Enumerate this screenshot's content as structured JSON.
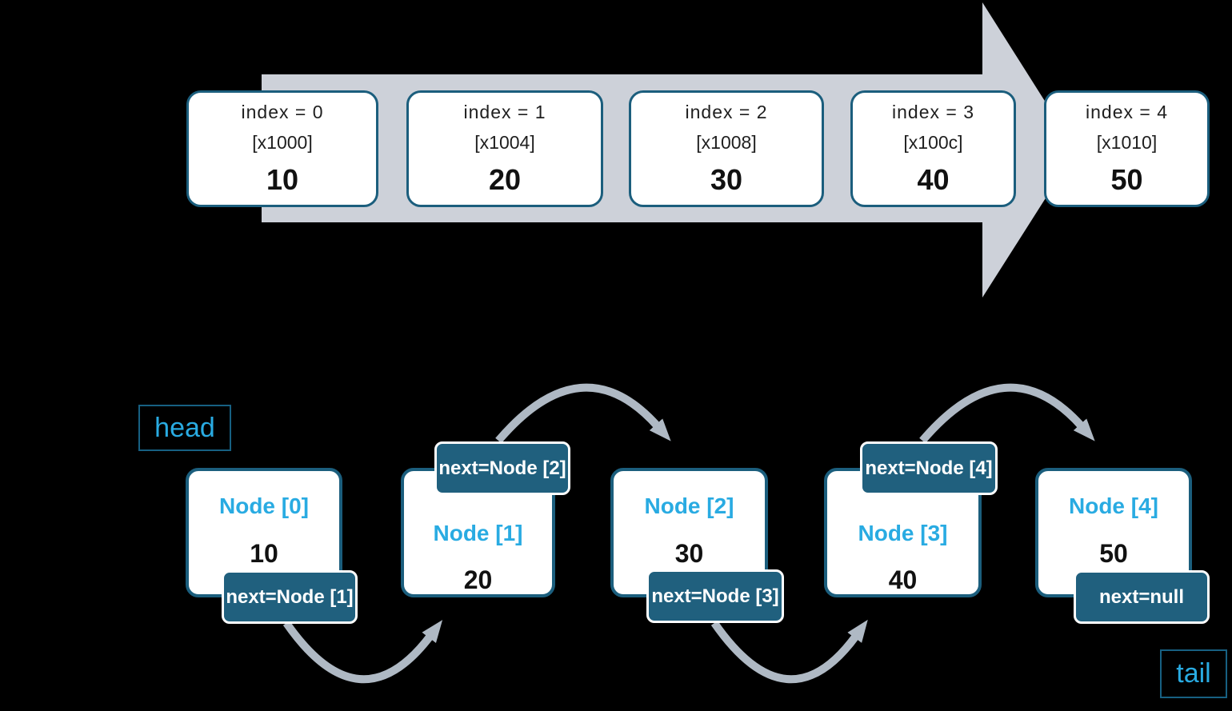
{
  "array_section": {
    "cells": [
      {
        "index": "index = 0",
        "address": "[x1000]",
        "value": "10"
      },
      {
        "index": "index = 1",
        "address": "[x1004]",
        "value": "20"
      },
      {
        "index": "index = 2",
        "address": "[x1008]",
        "value": "30"
      },
      {
        "index": "index = 3",
        "address": "[x100c]",
        "value": "40"
      },
      {
        "index": "index = 4",
        "address": "[x1010]",
        "value": "50"
      }
    ]
  },
  "list_section": {
    "head_label": "head",
    "tail_label": "tail",
    "nodes": [
      {
        "title": "Node [0]",
        "value": "10",
        "next_label": "next=Node [1]"
      },
      {
        "title": "Node [1]",
        "value": "20",
        "next_label": "next=Node [2]"
      },
      {
        "title": "Node [2]",
        "value": "30",
        "next_label": "next=Node [3]"
      },
      {
        "title": "Node [3]",
        "value": "40",
        "next_label": "next=Node [4]"
      },
      {
        "title": "Node [4]",
        "value": "50",
        "next_label": "next=null"
      }
    ]
  },
  "colors": {
    "background": "#000000",
    "array_arrow_gray": "#CDD1D9",
    "link_arc_gray": "#AFB9C4",
    "teal_border": "#1B5E7D",
    "badge_fill": "#20607E",
    "cyan_accent": "#29ABE2",
    "box_fill": "#FFFFFF",
    "text_dark": "#1A1A1A"
  }
}
